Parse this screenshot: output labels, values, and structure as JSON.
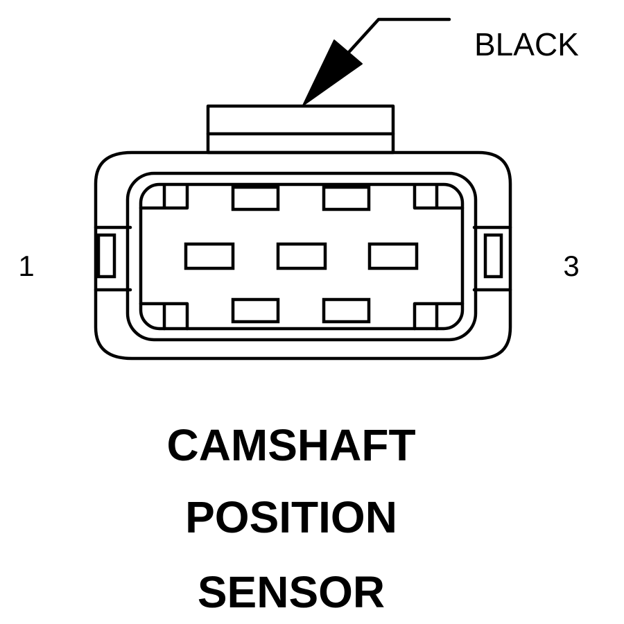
{
  "connector": {
    "color_label": "BLACK",
    "pin_left": "1",
    "pin_right": "3"
  },
  "title": {
    "line1": "CAMSHAFT",
    "line2": "POSITION",
    "line3": "SENSOR"
  }
}
